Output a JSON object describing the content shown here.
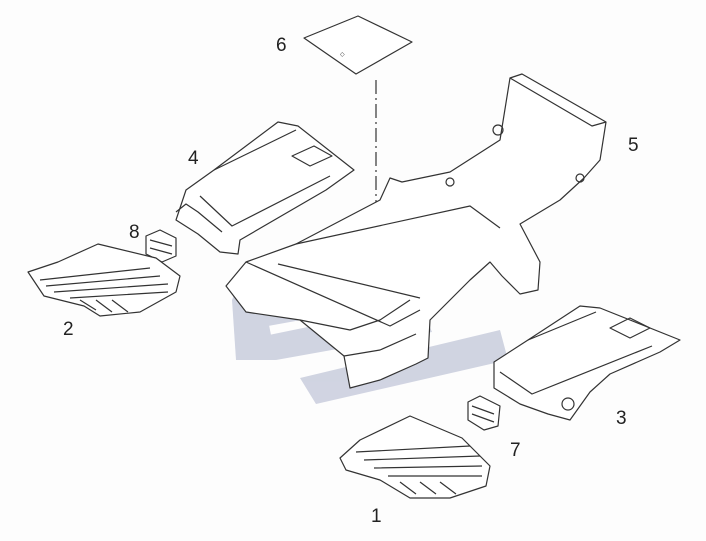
{
  "callouts": {
    "c1": "1",
    "c2": "2",
    "c3": "3",
    "c4": "4",
    "c5": "5",
    "c6": "6",
    "c7": "7",
    "c8": "8"
  },
  "colors": {
    "line": "#333333",
    "watermark": "#c9cddd",
    "background": "#fdfdfd"
  }
}
